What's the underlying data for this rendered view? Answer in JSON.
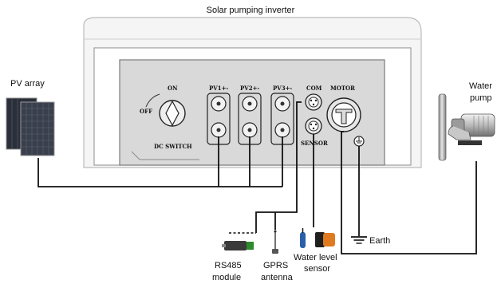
{
  "diagram": {
    "title": "Solar pumping inverter",
    "pv_array": "PV array",
    "water_pump_line1": "Water",
    "water_pump_line2": "pump",
    "rs485_line1": "RS485",
    "rs485_line2": "module",
    "gprs_line1": "GPRS",
    "gprs_line2": "antenna",
    "wls_line1": "Water level",
    "wls_line2": "sensor",
    "earth": "Earth"
  },
  "panel": {
    "on": "ON",
    "off": "OFF",
    "dc_switch": "DC SWITCH",
    "pv1": "PV1+-",
    "pv2": "PV2+-",
    "pv3": "PV3+-",
    "com": "COM",
    "sensor": "SENSOR",
    "motor": "MOTOR"
  },
  "colors": {
    "panel_gray": "#d9d9d9",
    "inverter_shell": "#f4f4f4",
    "wire": "#111111",
    "sensor_orange": "#e07a20",
    "module_green": "#2d8a2d",
    "sensor_blue": "#2a5fa8"
  }
}
